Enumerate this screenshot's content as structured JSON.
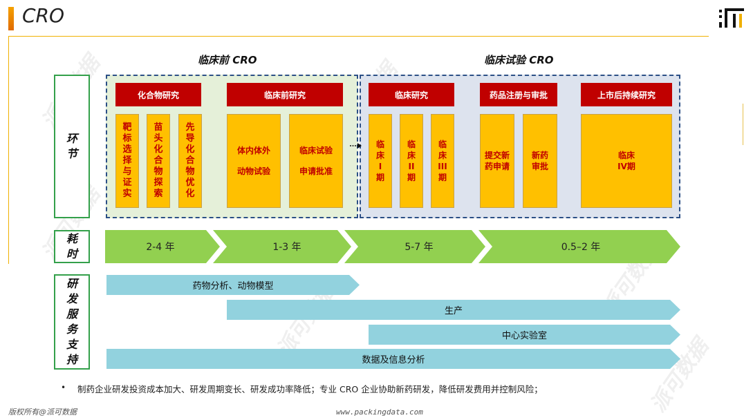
{
  "header": {
    "title": "CRO"
  },
  "sections": {
    "preclinical": "临床前 CRO",
    "clinical": "临床试验 CRO"
  },
  "row_labels": {
    "stages": "环节",
    "duration": "耗时",
    "services": "研发服务支持"
  },
  "phases": {
    "compound_research": "化合物研究",
    "preclinical_research": "临床前研究",
    "clinical_research": "临床研究",
    "registration": "药品注册与审批",
    "post_market": "上市后持续研究"
  },
  "steps": {
    "target_validation": "靶标选择与证实",
    "lead_discovery": "苗头化合物探索",
    "lead_optimization": "先导化合物优化",
    "in_vivo_line1": "体内体外",
    "in_vivo_line2": "动物试验",
    "ind_line1": "临床试验",
    "ind_line2": "申请批准",
    "phase1": "临床I期",
    "phase2": "临床II期",
    "phase3": "临床III期",
    "nda": "提交新药申请",
    "approval": "新药审批",
    "phase4": "临床IV期"
  },
  "durations": [
    "2-4 年",
    "1-3 年",
    "5-7 年",
    "0.5–2 年"
  ],
  "services": [
    "药物分析、动物模型",
    "生产",
    "中心实验室",
    "数据及信息分析"
  ],
  "note": "制药企业研发投资成本加大、研发周期变长、研发成功率降低；专业 CRO 企业协助新药研发，降低研发费用并控制风险；",
  "footer": {
    "copyright": "版权所有@派可数据",
    "site": "www.packingdata.com"
  },
  "watermark": "派可数据",
  "colors": {
    "accent": "#f0b000",
    "red": "#c00000",
    "yellow": "#ffc000",
    "green": "#92d050",
    "cyan": "#92d2de",
    "border_green": "#33a04a",
    "dash_blue": "#2b4f86"
  }
}
